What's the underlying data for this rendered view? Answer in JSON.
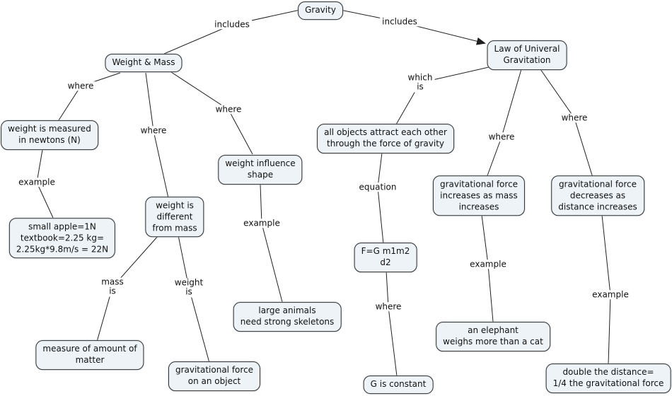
{
  "colors": {
    "background": "#ffffff",
    "node_fill": "#edf3f7",
    "node_border": "#2e2e2e",
    "line": "#1f1f1f",
    "text": "#111111"
  },
  "nodes": {
    "gravity": "Gravity",
    "weight_mass": "Weight & Mass",
    "weight_measured": "weight is measured\nin newtons (N)",
    "apple_example": "small apple=1N\ntextbook=2.25 kg=\n2.25kg*9.8m/s = 22N",
    "weight_different": "weight is\ndifferent\nfrom mass",
    "weight_influence": "weight influence\nshape",
    "measure_matter": "measure of amount of\nmatter",
    "grav_force_object": "gravitational force\non an object",
    "large_animals": "large animals\nneed strong skeletons",
    "law_gravitation": "Law of Univeral\nGravitation",
    "all_objects": "all objects attract each other\nthrough the force of gravity",
    "equation_formula": "F=G m1m2\nd2",
    "g_constant": "G is constant",
    "grav_mass_increase": "gravitational force\nincreases as mass\nincreases",
    "elephant": "an elephant\nweighs more than a cat",
    "grav_distance_decrease": "gravitational force\ndecreases as\ndistance increases",
    "double_distance": "double the distance=\n1/4 the gravitational force"
  },
  "edge_labels": {
    "includes_left": "includes",
    "includes_right": "includes",
    "where_measured": "where",
    "where_different": "where",
    "where_influence": "where",
    "example_apple": "example",
    "example_skeletons": "example",
    "mass_is": "mass\nis",
    "weight_is": "weight\nis",
    "which_is": "which\nis",
    "equation": "equation",
    "where_constant": "where",
    "where_mass": "where",
    "where_distance": "where",
    "example_elephant": "example",
    "example_double": "example"
  }
}
